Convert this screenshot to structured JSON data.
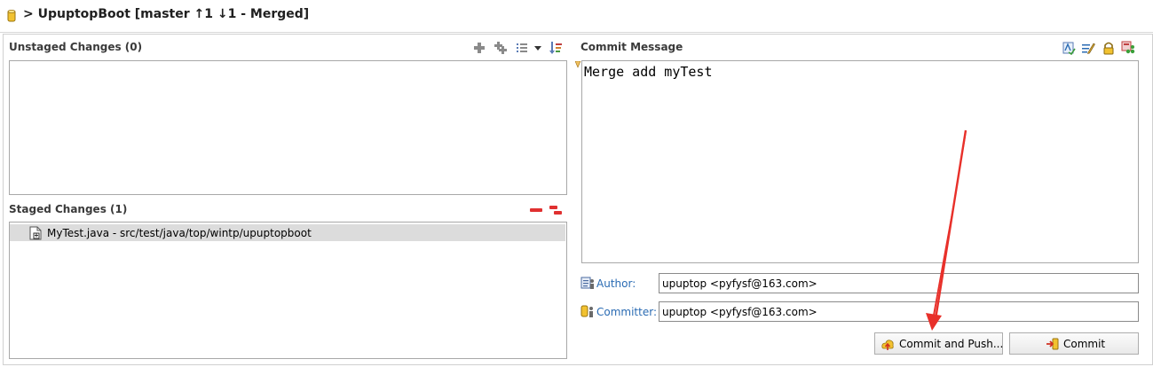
{
  "header": {
    "title": "> UpuptopBoot [master ↑1 ↓1 - Merged]"
  },
  "unstaged": {
    "title": "Unstaged Changes (0)"
  },
  "staged": {
    "title": "Staged Changes (1)",
    "items": [
      {
        "label": "MyTest.java - src/test/java/top/wintp/upuptopboot"
      }
    ]
  },
  "commit": {
    "title": "Commit Message",
    "message": "Merge add myTest",
    "author_label": "Author:",
    "author_value": "upuptop <pyfysf@163.com>",
    "committer_label": "Committer:",
    "committer_value": "upuptop <pyfysf@163.com>",
    "commit_and_push_label": "Commit and Push...",
    "commit_label": "Commit"
  },
  "colors": {
    "accent_link": "#2a6bb3",
    "remove_red": "#e03030",
    "annotation_arrow": "#e8302a"
  }
}
